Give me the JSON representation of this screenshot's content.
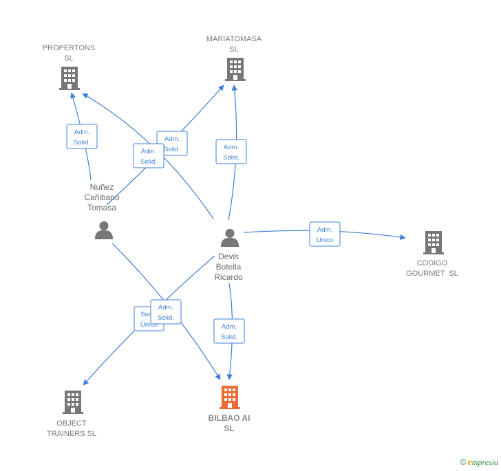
{
  "colors": {
    "edge": "#3d7fd6",
    "building": "#777777",
    "focus_building": "#f06a35",
    "person": "#777777"
  },
  "companies": {
    "propertons": [
      "PROPERTONS",
      "SL"
    ],
    "mariatomasa": [
      "MARIATOMASA",
      "SL"
    ],
    "codigo_gourmet": [
      "CODIGO",
      "GOURMET  SL"
    ],
    "object_trainers": [
      "OBJECT",
      "TRAINERS SL"
    ],
    "bilbao_ai": [
      "BILBAO AI",
      "SL"
    ]
  },
  "people": {
    "nunez": [
      "Nuñez",
      "Cañibano",
      "Tomasa"
    ],
    "devis": [
      "Devis",
      "Botella",
      "Ricardo"
    ]
  },
  "relations": {
    "nunez_propertons": [
      "Adm.",
      "Solid."
    ],
    "devis_propertons": [
      "Adm.",
      "Solid."
    ],
    "nunez_mariatomasa": [
      "Adm.",
      "Solid."
    ],
    "devis_mariatomasa": [
      "Adm.",
      "Solid."
    ],
    "devis_codigo": [
      "Adm.",
      "Unico"
    ],
    "devis_bilbao": [
      "Adm.",
      "Solid."
    ],
    "devis_object": [
      "Socio",
      "Único"
    ],
    "nunez_bilbao": [
      "Adm.",
      "Solid."
    ]
  },
  "brand": {
    "copyright": "©",
    "name": "mpresia",
    "initial": "e"
  }
}
